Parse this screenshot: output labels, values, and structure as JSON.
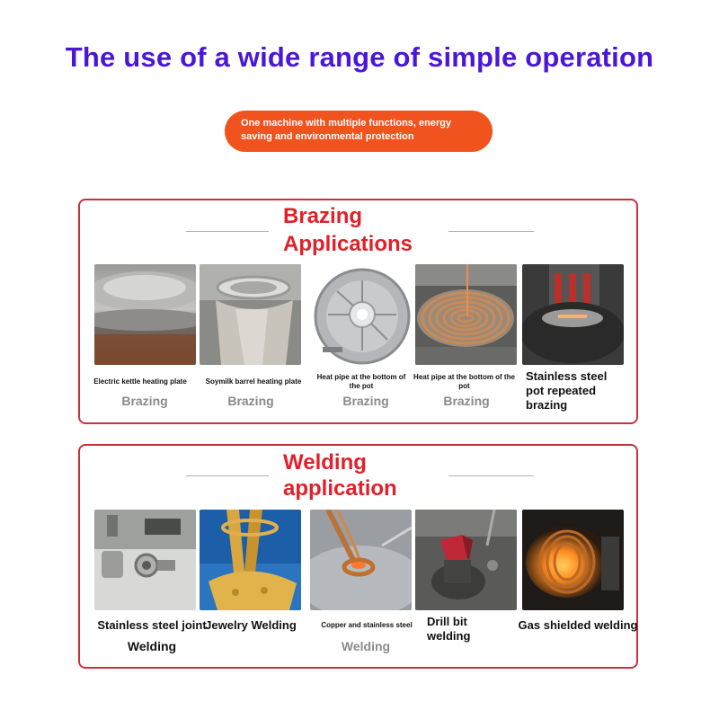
{
  "title": "The use of a wide range of simple operation",
  "banner": {
    "line1": "One machine with multiple functions, energy",
    "line2": "saving and environmental protection",
    "color": "#f0531e"
  },
  "brazing": {
    "heading_line1": "Brazing",
    "heading_line2": "Applications",
    "items": [
      {
        "caption": "Electric kettle heating plate",
        "label": "Brazing"
      },
      {
        "caption": "Soymilk barrel heating plate",
        "label": "Brazing"
      },
      {
        "caption": "Heat pipe at the bottom of the pot",
        "label": "Brazing"
      },
      {
        "caption": "Heat pipe at the bottom of the pot",
        "label": "Brazing"
      },
      {
        "caption": "Stainless steel pot repeated brazing",
        "label": ""
      }
    ]
  },
  "welding": {
    "heading_line1": "Welding",
    "heading_line2": "application",
    "items": [
      {
        "caption": "Stainless steel joint",
        "label": "Welding"
      },
      {
        "caption": "Jewelry Welding",
        "label": ""
      },
      {
        "caption": "Copper and stainless steel",
        "label": "Welding"
      },
      {
        "caption": "Drill bit welding",
        "label": ""
      },
      {
        "caption": "Gas shielded welding",
        "label": ""
      }
    ]
  },
  "colors": {
    "title": "#4a17d8",
    "heading": "#e0202a",
    "border": "#c8323c"
  }
}
